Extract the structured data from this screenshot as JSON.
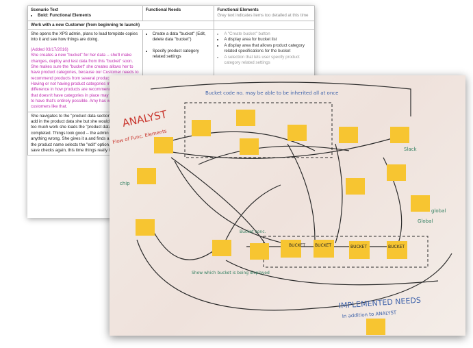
{
  "doc": {
    "headers": {
      "col1": "Scenario Text",
      "col1_sub": "Bold: Functional Elements",
      "col2": "Functional Needs",
      "col3": "Functional Elements",
      "col3_sub": "Grey text indicates items too detailed at this time"
    },
    "section_title": "Work with a new Customer (from beginning to launch)",
    "row1": {
      "text": "She opens the XPS admin, plans to load template copies into it and see how things are doing.",
      "added": "(Added 03/17/2016)",
      "magenta1": "She creates a new \"bucket\" for her data -- she'll make changes, deploy and test data from this \"bucket\" soon. She makes sure the \"bucket\" she creates allows her to have product categories, because our Customer needs to recommend products from several product categories. Having or not having product categories makes a difference in how products are recommended. A customer that doesn't have categories in place may later upgrade to have that's entirely possible. Amy has worked with customers like that.",
      "needs": [
        "Create a data \"bucket\" (Edit, delete data \"bucket\")",
        "Specify product category related settings"
      ],
      "elements": [
        "A \"Create bucket\" button",
        "A display area for bucket list",
        "A display area that allows product category related specifications for the bucket",
        "A selection that lets user specify product category related settings"
      ]
    },
    "row2": {
      "text": "She navigates to the \"product data section\" can manually add in the product data she but she wouldn't do that -- it's too much work she loads the \"product data\" template completed. Things look good -- the admin indicate anything wrong. She gives it a and finds a typo in one of the product name selects the \"edit\" option, corrects it and save checks again, this time things really look go"
    }
  },
  "whiteboard": {
    "analyst_label": "ANALYST",
    "analyst_sub": "Flow of Func. Elements",
    "bucket_note": "Bucket code no. may be able to be inherited all at once",
    "import_note": "IMPLEMENTED NEEDS",
    "import_sub": "In addition to ANALYST",
    "tags": [
      "BUCKET",
      "BUCKET",
      "BUCKET",
      "BUCKET"
    ],
    "side_notes": [
      "Global",
      "global",
      "Slack",
      "chip",
      "Show which bucket is being displayed",
      "Bucket conc."
    ]
  },
  "colors": {
    "sticky": "#f7c531",
    "magenta": "#c02ab0",
    "marker_red": "#c8342c",
    "marker_blue": "#3a5fa8",
    "marker_green": "#2f7d5e"
  }
}
